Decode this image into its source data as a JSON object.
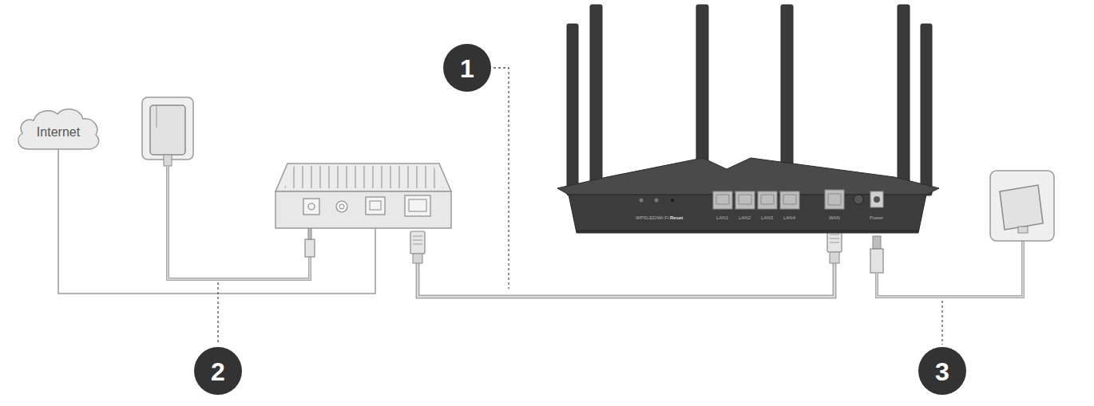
{
  "diagram": {
    "nodes": [
      {
        "text": [
          "Internet"
        ]
      }
    ],
    "labels": [
      "1",
      "2",
      "3",
      "WPS",
      "LED/Wi-Fi",
      "Reset",
      "LAN1",
      "LAN2",
      "LAN3",
      "LAN4",
      "WAN",
      "Power"
    ]
  }
}
